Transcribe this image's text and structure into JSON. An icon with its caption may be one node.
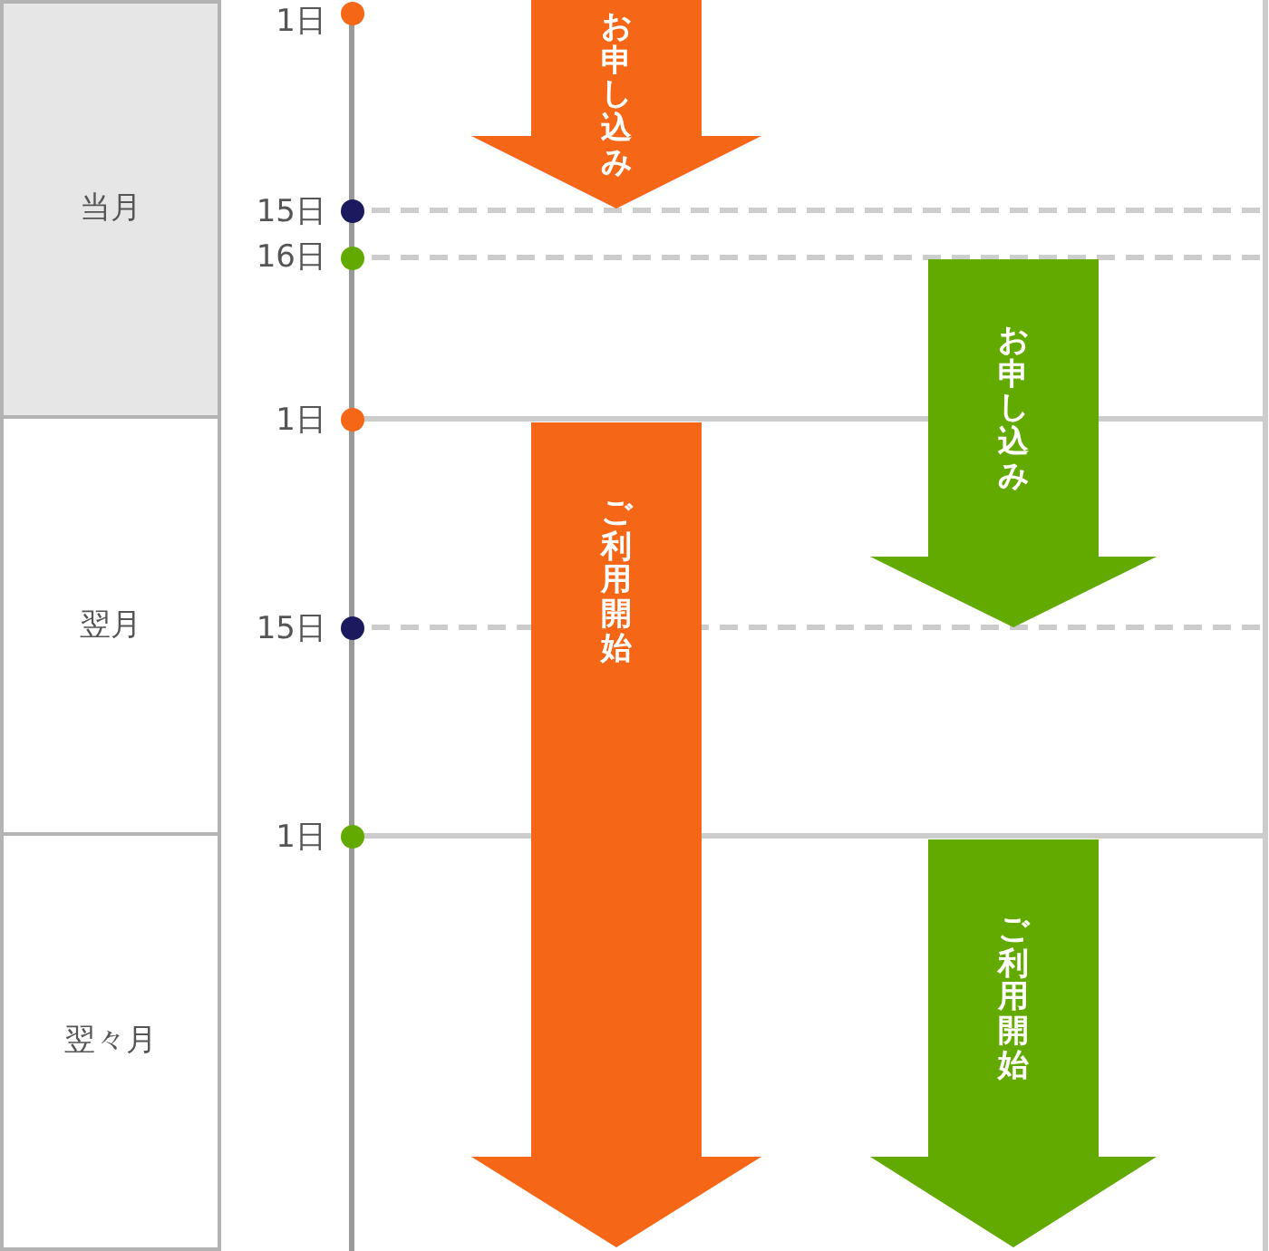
{
  "diagram": {
    "nodes": [
      {
        "text": [
          "当月"
        ]
      },
      {
        "text": [
          "翌月"
        ]
      },
      {
        "text": [
          "翌々月"
        ]
      },
      {
        "text": [
          "お申し込み"
        ]
      },
      {
        "text": [
          "ご利用開始"
        ]
      },
      {
        "text": [
          "お申し込み"
        ]
      },
      {
        "text": [
          "ご利用開始"
        ]
      }
    ],
    "labels": [
      "1日",
      "15日",
      "16日",
      "1日",
      "15日",
      "1日"
    ]
  }
}
